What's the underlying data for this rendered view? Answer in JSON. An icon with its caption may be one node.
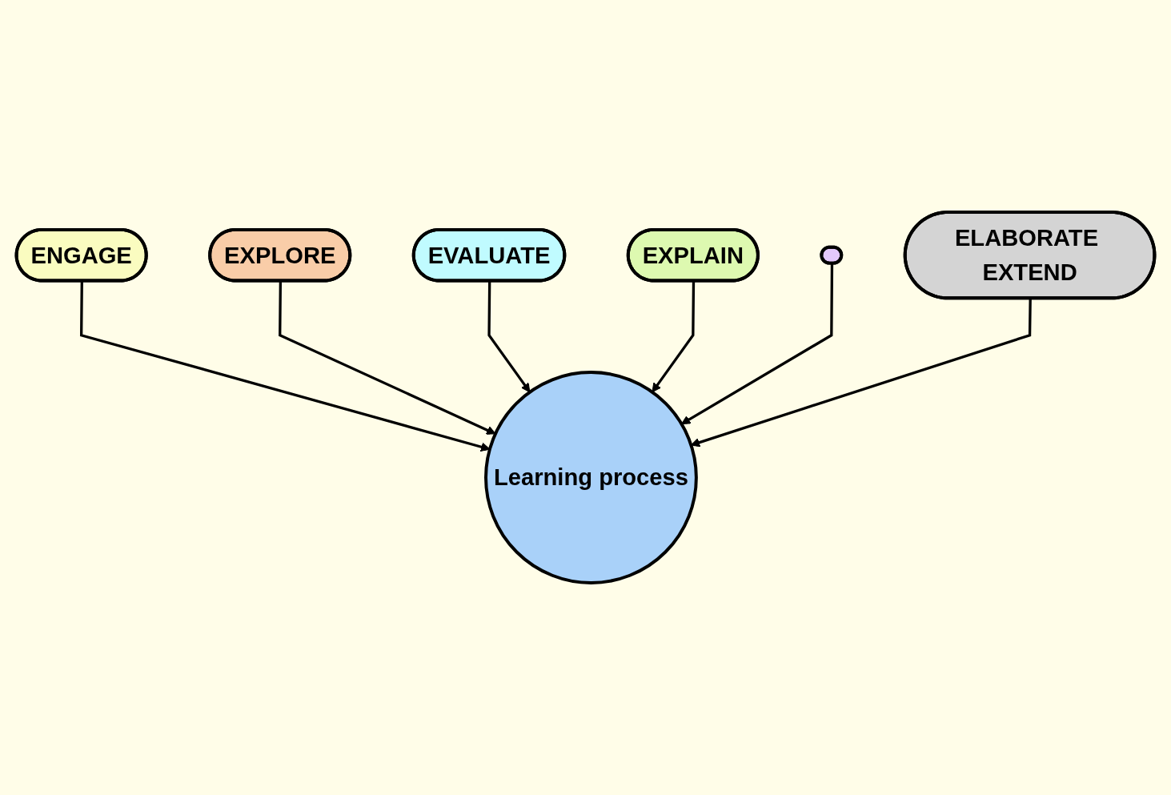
{
  "diagram": {
    "nodes": [
      {
        "text": [
          "ENGAGE"
        ]
      },
      {
        "text": [
          "EXPLORE"
        ]
      },
      {
        "text": [
          "EVALUATE"
        ]
      },
      {
        "text": [
          "Learning process"
        ]
      },
      {
        "text": [
          "EXPLAIN"
        ]
      },
      {
        "text": [],
        "shape": "ellipse"
      },
      {
        "text": [
          "ELABORATE EXTEND"
        ]
      }
    ],
    "edges": [
      {
        "from": 0,
        "to": 3,
        "arrow": "to"
      },
      {
        "from": 1,
        "to": 3,
        "arrow": "to"
      },
      {
        "from": 2,
        "to": 3,
        "arrow": "to"
      },
      {
        "from": 4,
        "to": 3,
        "arrow": "to"
      },
      {
        "from": 5,
        "to": 3,
        "arrow": "to"
      },
      {
        "from": 6,
        "to": 3,
        "arrow": "to"
      }
    ]
  }
}
